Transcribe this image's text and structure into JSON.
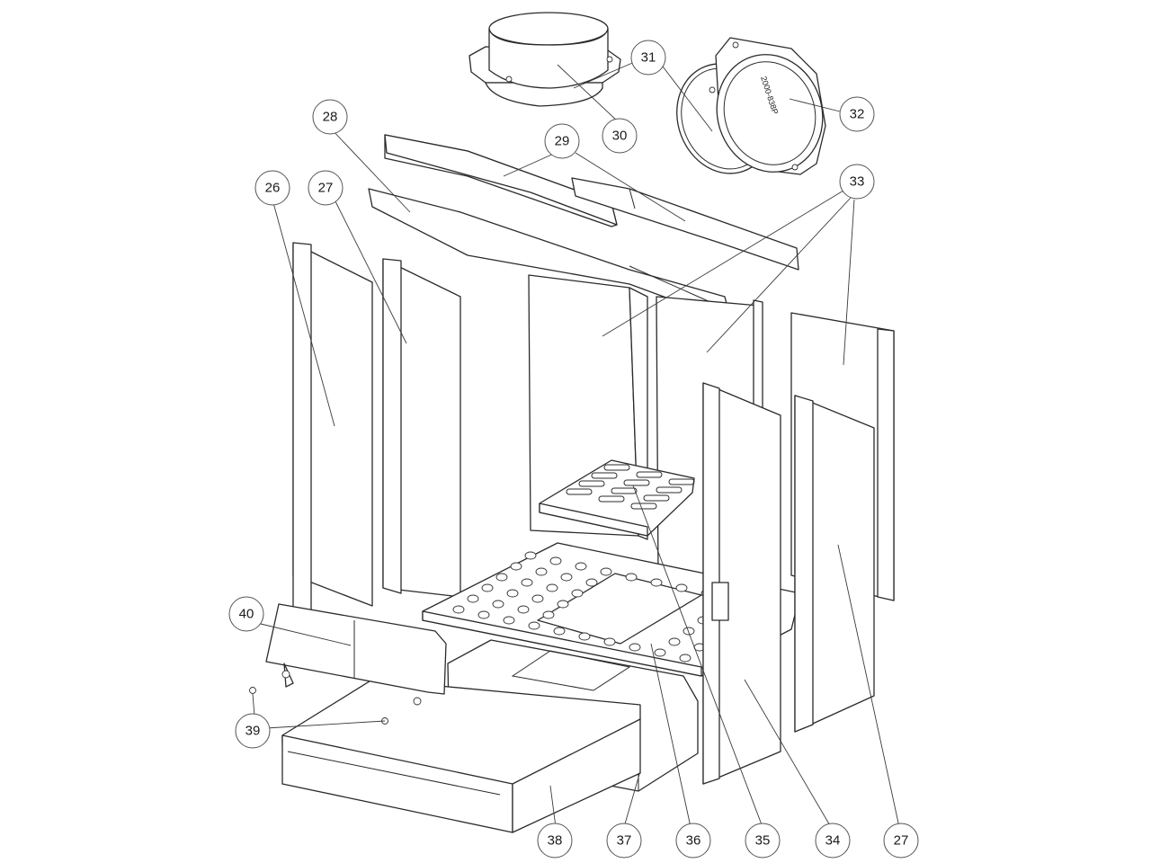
{
  "diagram": {
    "ring_stamp": "2000-838P",
    "callouts": [
      "26",
      "27",
      "28",
      "29",
      "30",
      "31",
      "32",
      "33",
      "34",
      "35",
      "36",
      "37",
      "38",
      "27",
      "39",
      "40"
    ]
  }
}
